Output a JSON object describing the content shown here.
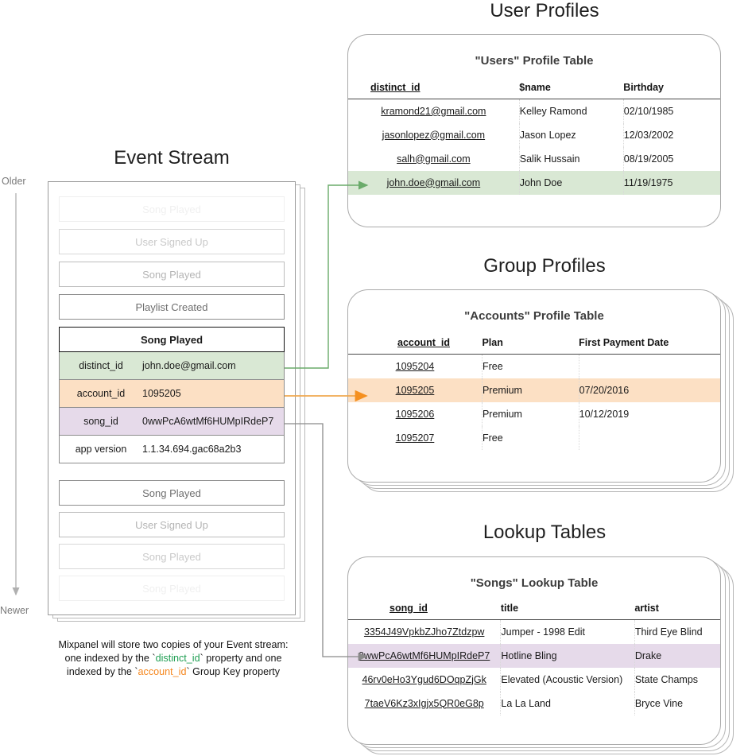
{
  "sections": {
    "event_stream_title": "Event Stream",
    "user_profiles_title": "User Profiles",
    "group_profiles_title": "Group Profiles",
    "lookup_tables_title": "Lookup Tables"
  },
  "axis": {
    "older": "Older",
    "newer": "Newer"
  },
  "event_stream": {
    "events_before": [
      {
        "label": "Song Played",
        "fade": "f1"
      },
      {
        "label": "User Signed Up",
        "fade": "f2"
      },
      {
        "label": "Song Played",
        "fade": "f3"
      },
      {
        "label": "Playlist Created",
        "fade": "f4"
      }
    ],
    "expanded": {
      "title": "Song Played",
      "rows": [
        {
          "key": "distinct_id",
          "value": "john.doe@gmail.com",
          "tone": "r-green"
        },
        {
          "key": "account_id",
          "value": "1095205",
          "tone": "r-orange"
        },
        {
          "key": "song_id",
          "value": "0wwPcA6wtMf6HUMpIRdeP7",
          "tone": "r-purple"
        },
        {
          "key": "app version",
          "value": "1.1.34.694.gac68a2b3",
          "tone": "r-plain"
        }
      ]
    },
    "events_after": [
      {
        "label": "Song Played",
        "fade": "f4"
      },
      {
        "label": "User Signed Up",
        "fade": "f3"
      },
      {
        "label": "Song Played",
        "fade": "f2"
      },
      {
        "label": "Song Played",
        "fade": "f1"
      }
    ]
  },
  "users_table": {
    "title": "\"Users\" Profile Table",
    "columns": [
      "distinct_id",
      "$name",
      "Birthday"
    ],
    "rows": [
      {
        "cells": [
          "kramond21@gmail.com",
          "Kelley Ramond",
          "02/10/1985"
        ],
        "highlight": ""
      },
      {
        "cells": [
          "jasonlopez@gmail.com",
          "Jason Lopez",
          "12/03/2002"
        ],
        "highlight": ""
      },
      {
        "cells": [
          "salh@gmail.com",
          "Salik Hussain",
          "08/19/2005"
        ],
        "highlight": ""
      },
      {
        "cells": [
          "john.doe@gmail.com",
          "John Doe",
          "11/19/1975"
        ],
        "highlight": "hl-green"
      }
    ]
  },
  "accounts_table": {
    "title": "\"Accounts\" Profile Table",
    "columns": [
      "account_id",
      "Plan",
      "First Payment Date"
    ],
    "rows": [
      {
        "cells": [
          "1095204",
          "Free",
          ""
        ],
        "highlight": ""
      },
      {
        "cells": [
          "1095205",
          "Premium",
          "07/20/2016"
        ],
        "highlight": "hl-orange"
      },
      {
        "cells": [
          "1095206",
          "Premium",
          "10/12/2019"
        ],
        "highlight": ""
      },
      {
        "cells": [
          "1095207",
          "Free",
          ""
        ],
        "highlight": ""
      }
    ]
  },
  "songs_table": {
    "title": "\"Songs\" Lookup Table",
    "columns": [
      "song_id",
      "title",
      "artist"
    ],
    "rows": [
      {
        "cells": [
          "3354J49VpkbZJho7Ztdzpw",
          "Jumper - 1998 Edit",
          "Third Eye Blind"
        ],
        "highlight": ""
      },
      {
        "cells": [
          "0wwPcA6wtMf6HUMpIRdeP7",
          "Hotline Bling",
          "Drake"
        ],
        "highlight": "hl-purple"
      },
      {
        "cells": [
          "46rv0eHo3Ygud6DOqpZjGk",
          "Elevated (Acoustic Version)",
          "State Champs"
        ],
        "highlight": ""
      },
      {
        "cells": [
          "7taeV6Kz3xIgjx5QR0eG8p",
          "La La Land",
          "Bryce Vine"
        ],
        "highlight": ""
      }
    ]
  },
  "caption": {
    "line1": "Mixpanel will store two copies of your Event stream:",
    "line2_a": "one indexed by the `",
    "line2_key": "distinct_id",
    "line2_b": "` property and one",
    "line3_a": "indexed by the `",
    "line3_key": "account_id",
    "line3_b": "` Group Key property"
  },
  "colors": {
    "green_highlight": "#d9e8d4",
    "orange_highlight": "#fce0c4",
    "purple_highlight": "#e6daea",
    "green_connector": "#6aab6a",
    "orange_connector": "#f5901f",
    "gray_connector": "#8a8a8a",
    "caption_green": "#1e9e52",
    "caption_orange": "#f5871f"
  }
}
